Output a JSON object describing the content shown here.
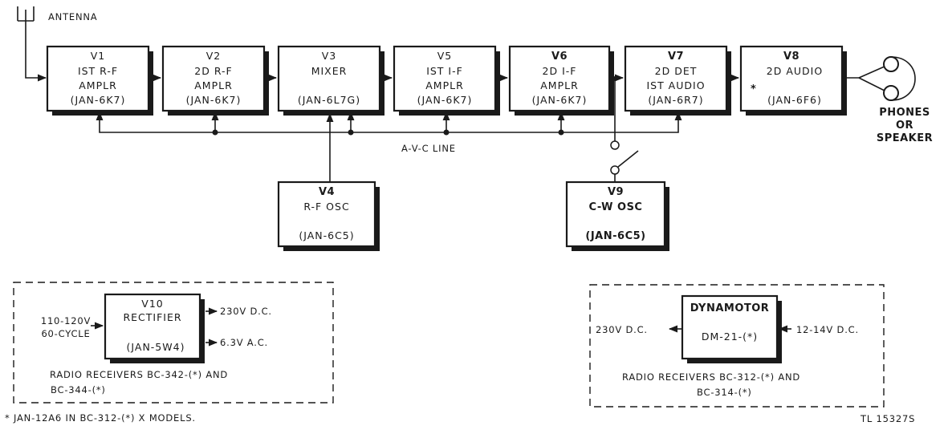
{
  "antenna": "ANTENNA",
  "tubes": {
    "v1": {
      "id": "V1",
      "name_1": "IST  R-F",
      "name_2": "AMPLR",
      "type": "(JAN-6K7)"
    },
    "v2": {
      "id": "V2",
      "name_1": "2D  R-F",
      "name_2": "AMPLR",
      "type": "(JAN-6K7)"
    },
    "v3": {
      "id": "V3",
      "name_1": "MIXER",
      "type": "(JAN-6L7G)"
    },
    "v5": {
      "id": "V5",
      "name_1": "IST  I-F",
      "name_2": "AMPLR",
      "type": "(JAN-6K7)"
    },
    "v6": {
      "id": "V6",
      "name_1": "2D  I-F",
      "name_2": "AMPLR",
      "type": "(JAN-6K7)"
    },
    "v7": {
      "id": "V7",
      "name_1": "2D DET",
      "name_2": "IST AUDIO",
      "type": "(JAN-6R7)"
    },
    "v8": {
      "id": "V8",
      "name_1": "2D  AUDIO",
      "star": "*",
      "type": "(JAN-6F6)"
    },
    "v4": {
      "id": "V4",
      "name_1": "R-F  OSC",
      "type": "(JAN-6C5)"
    },
    "v9": {
      "id": "V9",
      "name_1": "C-W  OSC",
      "type": "(JAN-6C5)"
    }
  },
  "output": {
    "line_1": "PHONES",
    "line_2": "OR",
    "line_3": "SPEAKER"
  },
  "avc_label": "A-V-C LINE",
  "rectifier_box": {
    "input_1": "110-120V",
    "input_2": "60-CYCLE",
    "id": "V10",
    "name": "RECTIFIER",
    "type": "(JAN-5W4)",
    "out_dc": "230V D.C.",
    "out_ac": "6.3V A.C.",
    "caption_1": "RADIO RECEIVERS BC-342-(*) AND",
    "caption_2": "BC-344-(*)"
  },
  "dynamotor_box": {
    "name": "DYNAMOTOR",
    "type": "DM-21-(*)",
    "out_dc": "230V D.C.",
    "in_dc": "12-14V D.C.",
    "caption_1": "RADIO RECEIVERS BC-312-(*) AND",
    "caption_2": "BC-314-(*)"
  },
  "footnote": "* JAN-12A6 IN BC-312-(*) X MODELS.",
  "figure_id": "TL 15327S"
}
